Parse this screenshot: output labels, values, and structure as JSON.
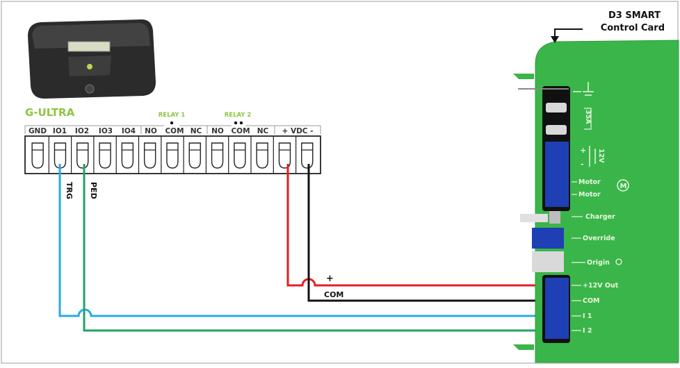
{
  "title": {
    "line1": "D3 SMART",
    "line2": "Control Card"
  },
  "device": {
    "name": "G-ULTRA"
  },
  "relays": [
    {
      "label": "RELAY 1"
    },
    {
      "label": "RELAY 2"
    }
  ],
  "terminals": [
    "GND",
    "IO1",
    "IO2",
    "IO3",
    "IO4",
    "NO",
    "COM",
    "NC",
    "NO",
    "COM",
    "NC",
    "+ VDC -"
  ],
  "wire_labels": {
    "trg": "TRG",
    "ped": "PED",
    "plus": "+",
    "com": "COM"
  },
  "card_labels": {
    "fuse": "35A",
    "battery": "12V",
    "motor1": "Motor",
    "motor2": "Motor",
    "charger": "Charger",
    "override": "Override",
    "origin": "Origin",
    "out12v": "+12V Out",
    "com": "COM",
    "i1": "I 1",
    "i2": "I 2"
  },
  "colors": {
    "blue_wire": "#29abe2",
    "green_wire": "#1fa463",
    "red_wire": "#e31e24",
    "black_wire": "#111111",
    "card_green": "#3ab54a",
    "brand_green": "#8dc63f"
  }
}
